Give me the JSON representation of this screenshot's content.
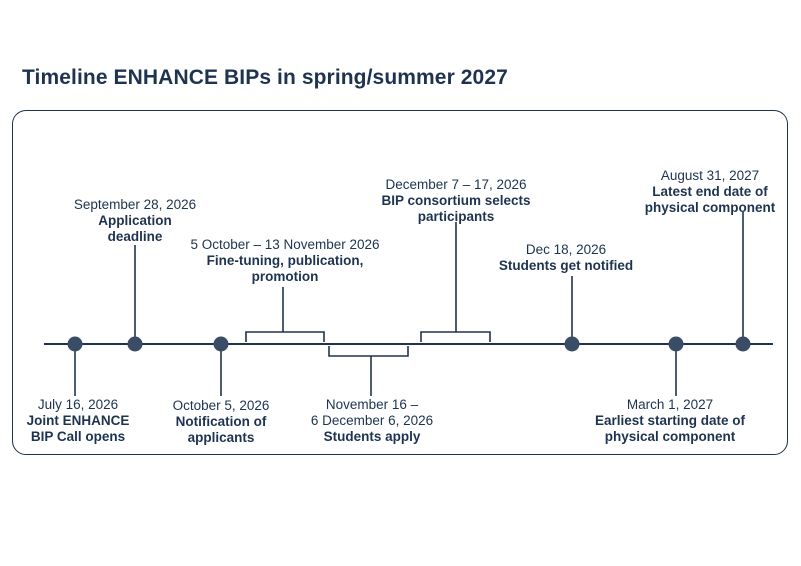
{
  "title": "Timeline ENHANCE BIPs in spring/summer 2027",
  "colors": {
    "ink": "#1e3350",
    "dot": "#3a4d66",
    "background": "#ffffff"
  },
  "events": [
    {
      "id": "e1",
      "date": "July 16, 2026",
      "desc": [
        "Joint ENHANCE",
        "BIP Call opens"
      ]
    },
    {
      "id": "e2",
      "date": "September 28, 2026",
      "desc": [
        "Application",
        "deadline"
      ]
    },
    {
      "id": "e3",
      "date": "October 5, 2026",
      "desc": [
        "Notification of",
        "applicants"
      ]
    },
    {
      "id": "e4",
      "date": "5 October – 13 November 2026",
      "desc": [
        "Fine-tuning, publication,",
        "promotion"
      ]
    },
    {
      "id": "e5",
      "date": [
        "November 16 –",
        "6 December 6, 2026"
      ],
      "desc": [
        "Students apply"
      ]
    },
    {
      "id": "e6",
      "date": "December 7 – 17, 2026",
      "desc": [
        "BIP consortium selects",
        "participants"
      ]
    },
    {
      "id": "e7",
      "date": "Dec 18, 2026",
      "desc": [
        "Students get notified"
      ]
    },
    {
      "id": "e8",
      "date": "March 1, 2027",
      "desc": [
        "Earliest starting date of",
        "physical component"
      ]
    },
    {
      "id": "e9",
      "date": "August 31, 2027",
      "desc": [
        "Latest end date of",
        "physical component"
      ]
    }
  ]
}
